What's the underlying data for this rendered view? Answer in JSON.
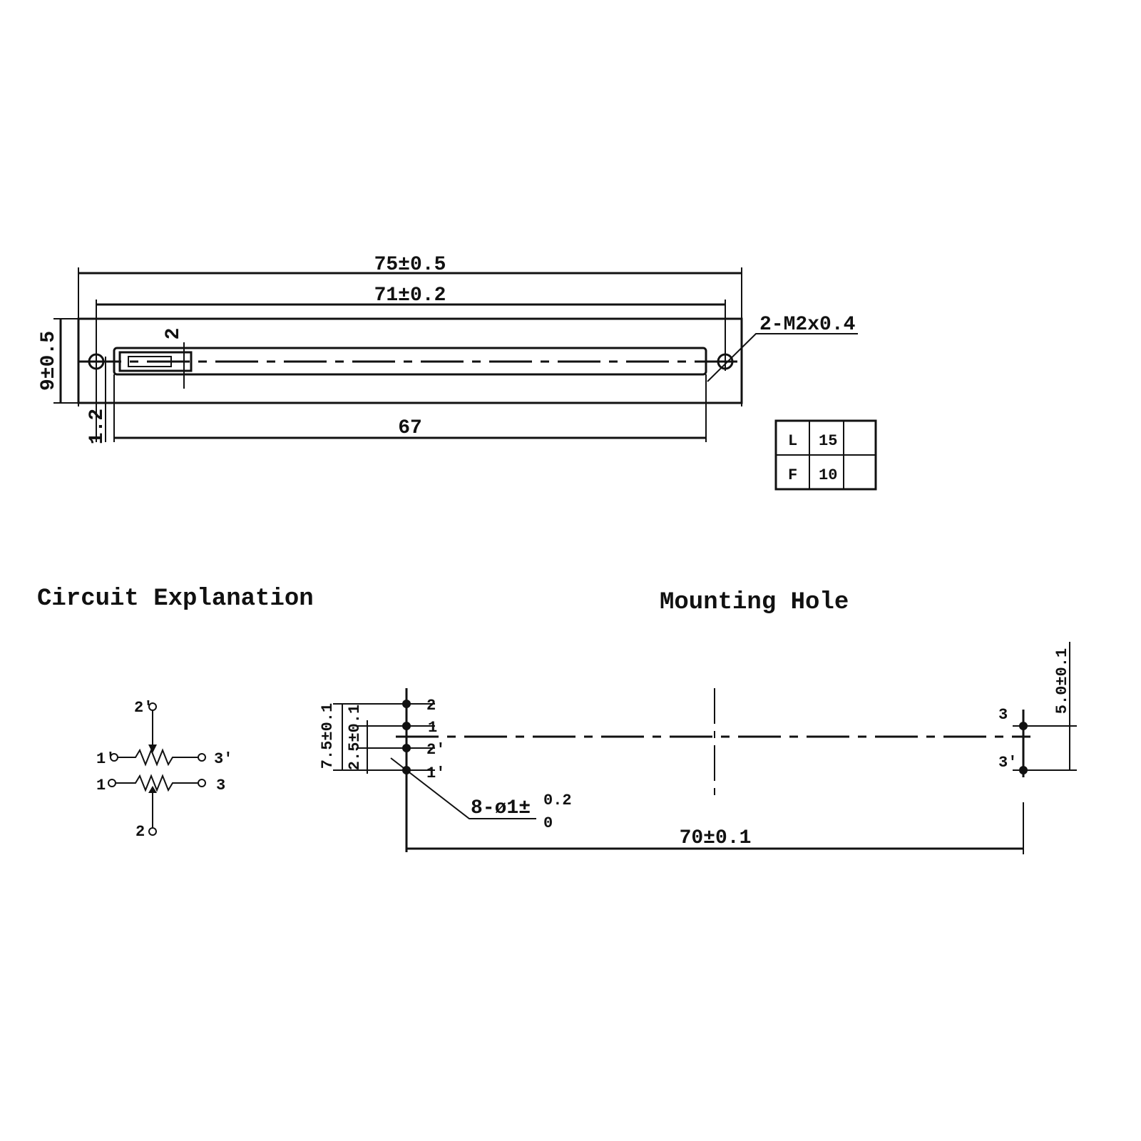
{
  "top_view": {
    "overall_length": "75±0.5",
    "mount_pitch": "71±0.2",
    "height": "9±0.5",
    "travel": "67",
    "offset": "1.2",
    "knob_width": "2",
    "screw_note": "2-M2x0.4"
  },
  "spec_table": {
    "rows": [
      {
        "label": "L",
        "value": "15",
        "extra": ""
      },
      {
        "label": "F",
        "value": "10",
        "extra": ""
      }
    ]
  },
  "circuit": {
    "title": "Circuit Explanation",
    "pins": {
      "top": "2'",
      "left_top": "1'",
      "right_top": "3'",
      "left_bottom": "1",
      "right_bottom": "3",
      "bottom": "2"
    }
  },
  "mounting": {
    "title": "Mounting Hole",
    "left_pins": [
      "2",
      "1",
      "2'",
      "1'"
    ],
    "right_pins": [
      "3",
      "3'"
    ],
    "dim_outer": "7.5±0.1",
    "dim_inner": "2.5±0.1",
    "dim_right": "5.0±0.1",
    "hole_note": "8-ø1±",
    "hole_tol_upper": "0.2",
    "hole_tol_lower": "0",
    "pitch": "70±0.1"
  }
}
